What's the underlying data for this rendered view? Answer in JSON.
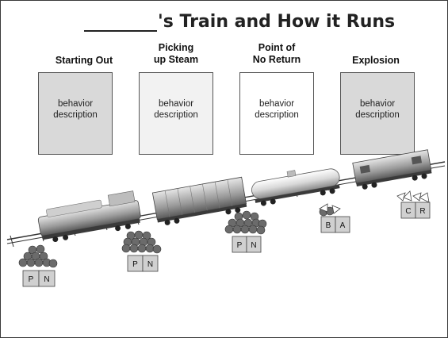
{
  "title": {
    "blank": "",
    "text": "'s Train and How it Runs"
  },
  "stages": [
    {
      "label": "Starting Out",
      "description": "behavior\ndescription",
      "fill": "#d9d9d9"
    },
    {
      "label": "Picking\nup Steam",
      "description": "behavior\ndescription",
      "fill": "#f2f2f2"
    },
    {
      "label": "Point of\nNo Return",
      "description": "behavior\ndescription",
      "fill": "#ffffff"
    },
    {
      "label": "Explosion",
      "description": "behavior\ndescription",
      "fill": "#d9d9d9"
    }
  ],
  "cargo_groups": [
    {
      "name": "coal-pile-starting-out",
      "letters": [
        "P",
        "N"
      ]
    },
    {
      "name": "coal-pile-picking-up-steam",
      "letters": [
        "P",
        "N"
      ]
    },
    {
      "name": "coal-pile-point-of-no-return",
      "letters": [
        "P",
        "N"
      ]
    },
    {
      "name": "rocks-explosion",
      "letters": [
        "B",
        "A"
      ]
    },
    {
      "name": "crystals-explosion",
      "letters": [
        "C",
        "R"
      ]
    }
  ],
  "colors": {
    "box_border": "#555555",
    "rail": "#333333",
    "coal": "#6b6b6b",
    "crate": "#d0d0d0"
  }
}
